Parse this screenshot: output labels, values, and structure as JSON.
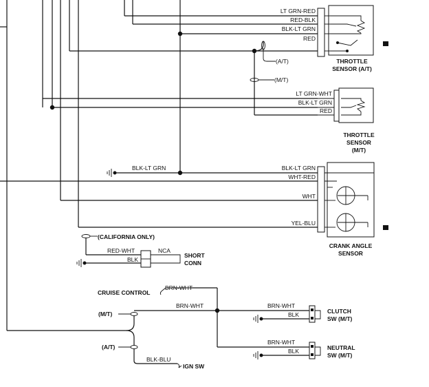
{
  "throttle_at": {
    "wires": [
      "LT GRN-RED",
      "RED-BLK",
      "BLK-LT GRN",
      "RED"
    ],
    "name_line1": "THROTTLE",
    "name_line2": "SENSOR (A/T)"
  },
  "throttle_mt": {
    "wires": [
      "LT GRN-WHT",
      "BLK-LT GRN",
      "RED"
    ],
    "name_line1": "THROTTLE",
    "name_line2": "SENSOR",
    "name_line3": "(M/T)"
  },
  "splice_labels": {
    "at": "(A/T)",
    "mt": "(M/T)"
  },
  "crank_angle": {
    "ground_wire": "BLK-LT GRN",
    "wires": [
      "BLK-LT GRN",
      "WHT-RED",
      "WHT",
      "YEL-BLU"
    ],
    "name_line1": "CRANK ANGLE",
    "name_line2": "SENSOR"
  },
  "california_only": "(CALIFORNIA ONLY)",
  "short_conn": {
    "wire_top": "RED-WHT",
    "wire_bottom": "BLK",
    "nca": "NCA",
    "name_line1": "SHORT",
    "name_line2": "CONN"
  },
  "cruise": {
    "cruise_control": "CRUISE CONTROL",
    "cruise_wire": "BRN-WHT",
    "main_wire": "BRN-WHT",
    "mt_label": "(M/T)",
    "at_label": "(A/T)",
    "ign_wire": "BLK-BLU",
    "ign_sw": "IGN SW"
  },
  "clutch_sw": {
    "wire_top": "BRN-WHT",
    "wire_bottom": "BLK",
    "name_line1": "CLUTCH",
    "name_line2": "SW (M/T)"
  },
  "neutral_sw": {
    "wire_top": "BRN-WHT",
    "wire_bottom": "BLK",
    "name_line1": "NEUTRAL",
    "name_line2": "SW (M/T)"
  }
}
